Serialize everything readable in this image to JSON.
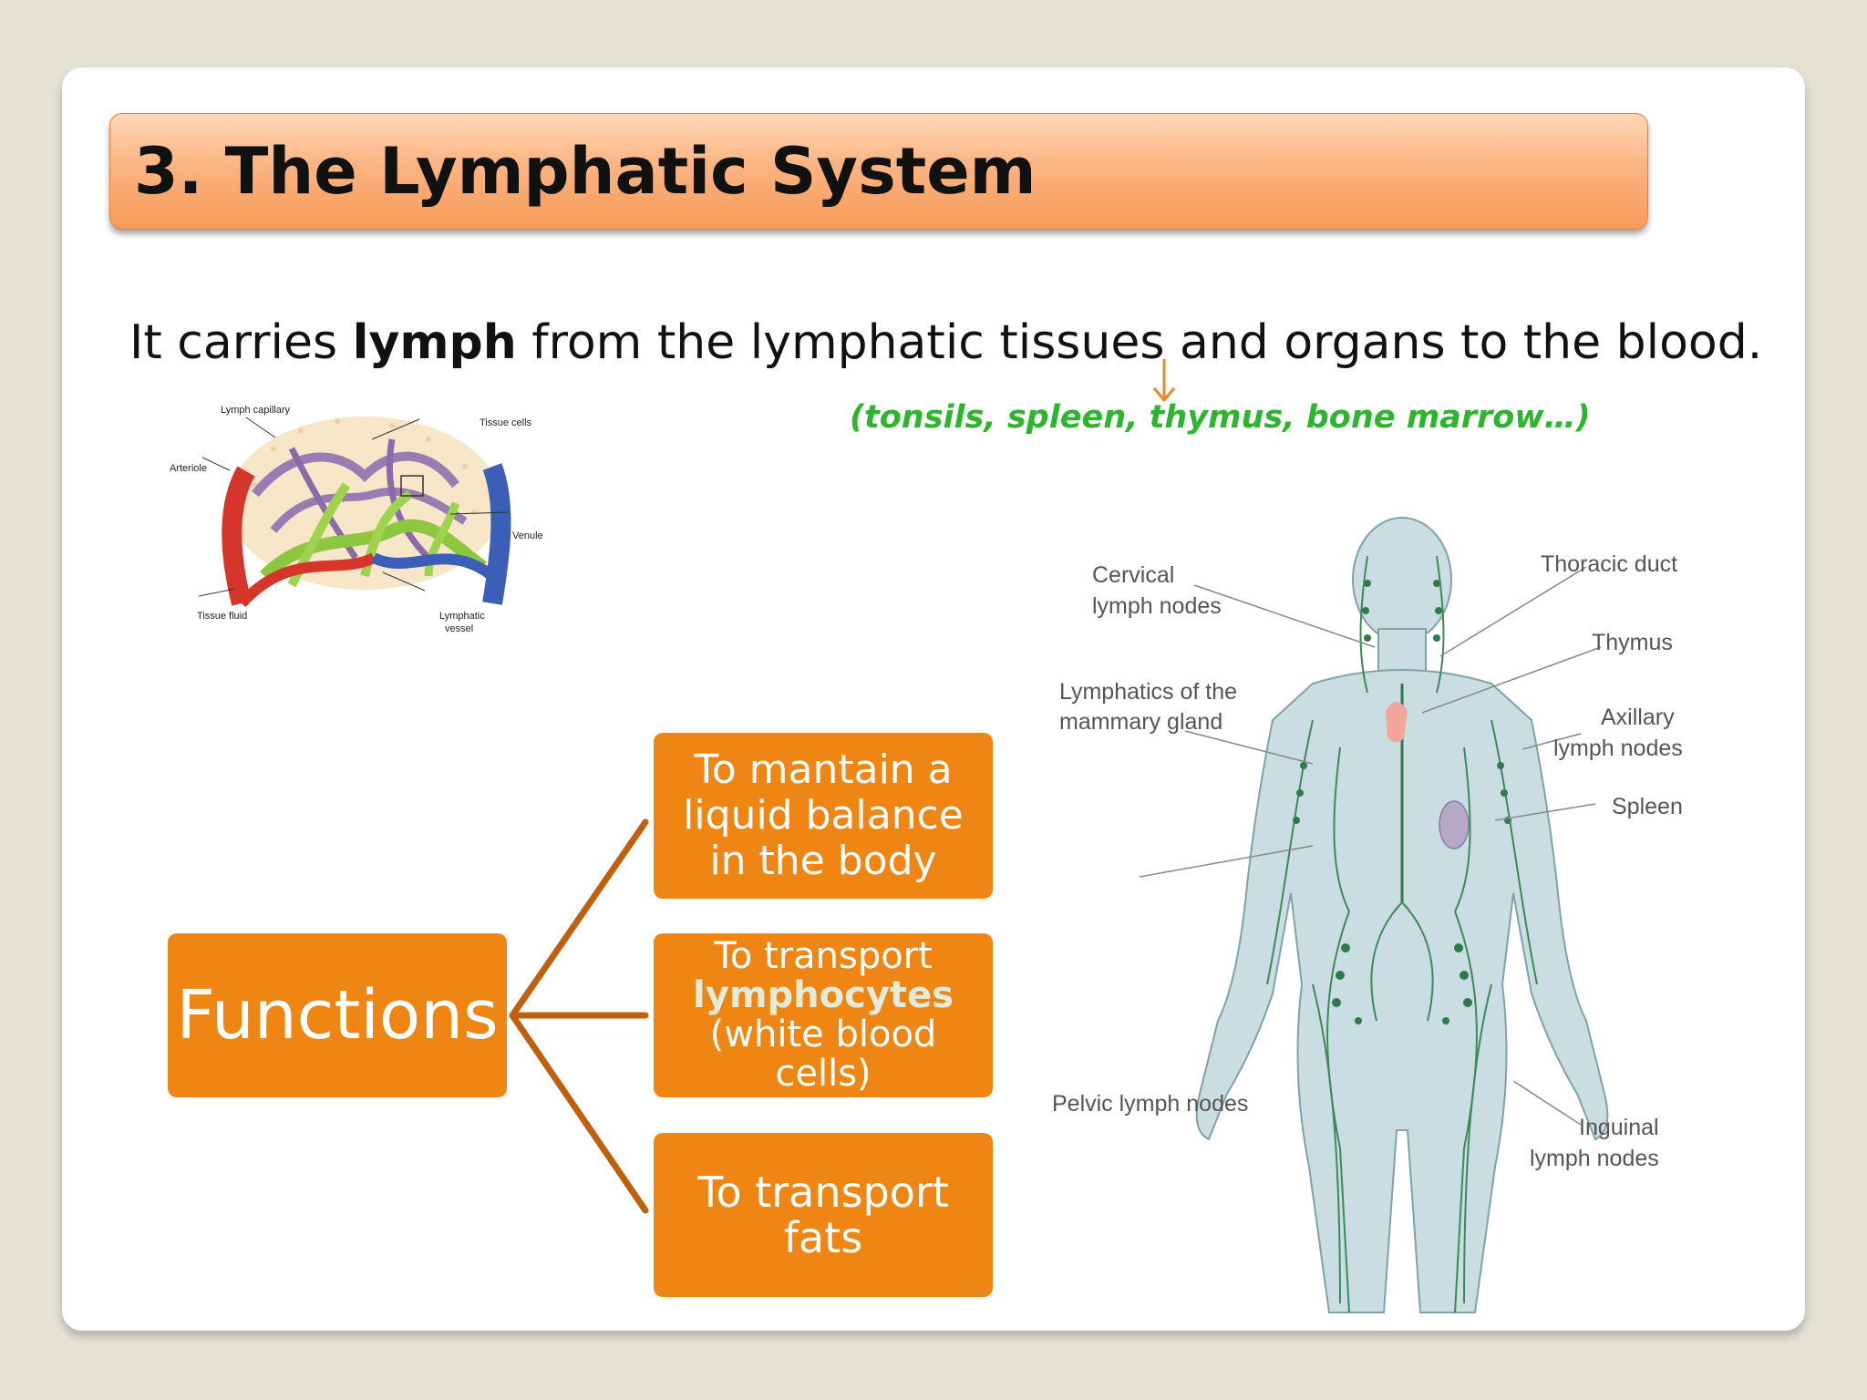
{
  "title": "3. The Lymphatic System",
  "sentence": {
    "before": "It carries ",
    "bold": "lymph",
    "after": " from the lymphatic tissues and organs to the blood."
  },
  "examples": "(tonsils, spleen, thymus, bone marrow…)",
  "colors": {
    "title_bar": "#f79a58",
    "box": "#ef8512",
    "connector": "#c0600e",
    "examples": "#2db52d"
  },
  "functions": {
    "label": "Functions",
    "items": [
      {
        "lines": [
          "To mantain a",
          "liquid balance",
          "in the body"
        ]
      },
      {
        "line1": "To transport",
        "highlight": "lymphocytes",
        "line3": "(white blood",
        "line4": "cells)"
      },
      {
        "lines": [
          "To transport",
          "fats"
        ]
      }
    ]
  },
  "capillary_labels": {
    "lymph_capillary": "Lymph capillary",
    "tissue_cells": "Tissue cells",
    "arteriole": "Arteriole",
    "venule": "Venule",
    "tissue_fluid": "Tissue fluid",
    "lymphatic_vessel_1": "Lymphatic",
    "lymphatic_vessel_2": "vessel"
  },
  "body_labels": {
    "cervical_1": "Cervical",
    "cervical_2": "lymph nodes",
    "mammary_1": "Lymphatics of the",
    "mammary_2": "mammary gland",
    "pelvic": "Pelvic lymph nodes",
    "thoracic": "Thoracic duct",
    "thymus": "Thymus",
    "axillary_1": "Axillary",
    "axillary_2": "lymph nodes",
    "spleen": "Spleen",
    "inguinal_1": "Inguinal",
    "inguinal_2": "lymph nodes"
  }
}
